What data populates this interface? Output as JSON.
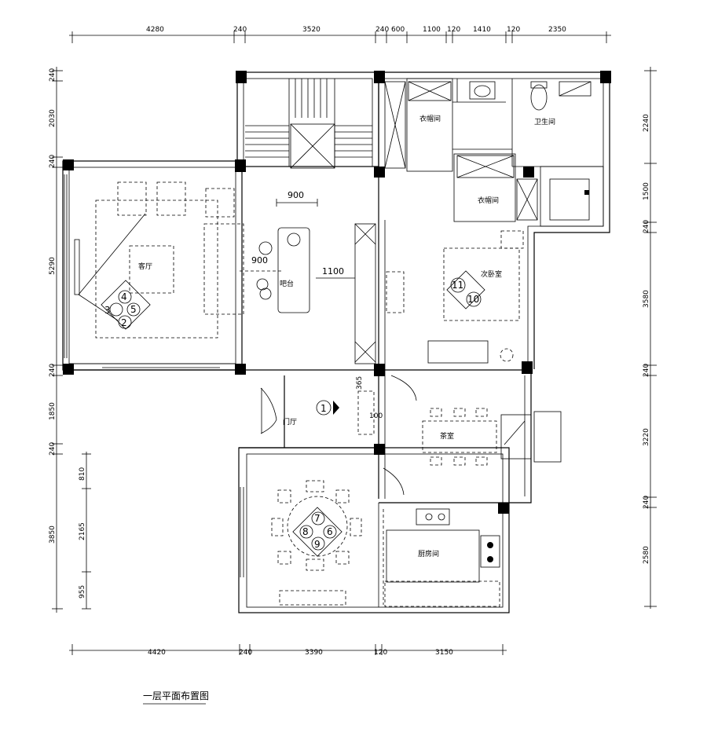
{
  "title": "一层平面布置图",
  "dimensions": {
    "top": [
      "4280",
      "240",
      "3520",
      "240",
      "600",
      "1100",
      "120",
      "1410",
      "120",
      "2350"
    ],
    "bottom": [
      "4420",
      "240",
      "3390",
      "120",
      "3150"
    ],
    "left_outer": [
      "240",
      "2030",
      "240",
      "5290",
      "240",
      "1850",
      "240",
      "3850"
    ],
    "left_inner": [
      "810",
      "2165",
      "955"
    ],
    "right": [
      "2240",
      "1500",
      "240",
      "3580",
      "240",
      "3220",
      "240",
      "2580"
    ],
    "interior": [
      "900",
      "900",
      "1100",
      "365",
      "100"
    ]
  },
  "rooms": {
    "living": "客厅",
    "bar": "吧台",
    "cloak1": "衣帽间",
    "cloak2": "衣帽间",
    "bath": "卫生间",
    "second_bed": "次卧室",
    "entry": "门厅",
    "tea": "茶室",
    "kitchen": "厨房间"
  },
  "markers": [
    "1",
    "2",
    "3",
    "4",
    "5",
    "6",
    "7",
    "8",
    "9",
    "10",
    "11"
  ]
}
